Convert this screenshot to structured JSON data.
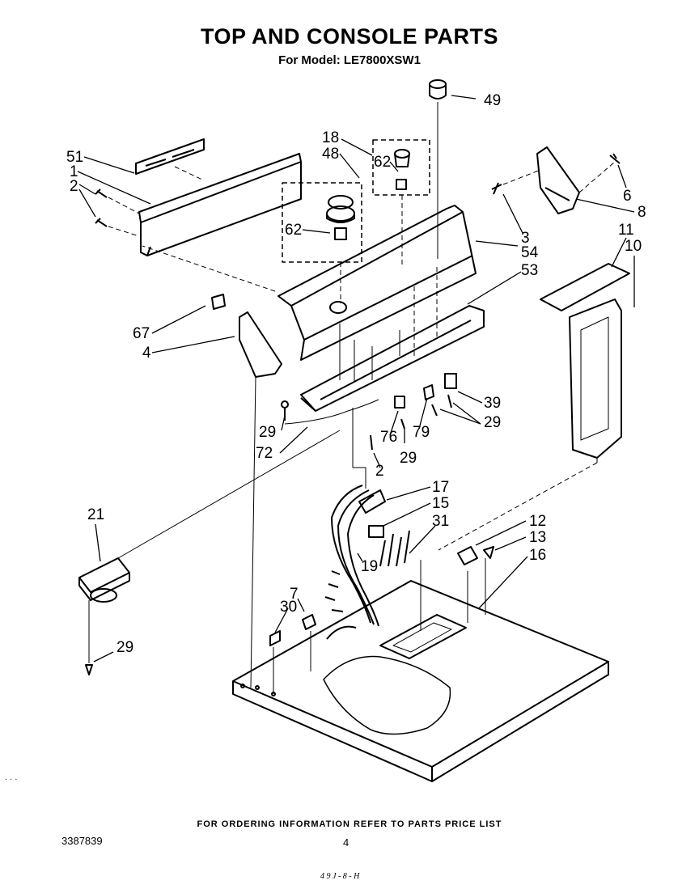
{
  "header": {
    "title": "TOP AND CONSOLE PARTS",
    "model_line": "For Model: LE7800XSW1"
  },
  "callouts": {
    "c49": "49",
    "c18": "18",
    "c48": "48",
    "c62a": "62",
    "c62b": "62",
    "c51": "51",
    "c1": "1",
    "c2a": "2",
    "c6": "6",
    "c8": "8",
    "c3": "3",
    "c54": "54",
    "c53": "53",
    "c11": "11",
    "c10": "10",
    "c67": "67",
    "c4": "4",
    "c39": "39",
    "c29a": "29",
    "c29b": "29",
    "c79": "79",
    "c76": "76",
    "c29c": "29",
    "c72": "72",
    "c2b": "2",
    "c17": "17",
    "c15": "15",
    "c31": "31",
    "c21": "21",
    "c12": "12",
    "c13": "13",
    "c16": "16",
    "c19": "19",
    "c7": "7",
    "c30": "30",
    "c29d": "29"
  },
  "footer": {
    "ordering_info": "FOR ORDERING INFORMATION REFER TO PARTS PRICE LIST",
    "document_number": "3387839",
    "page_number": "4",
    "handwritten_note": "4 9 J - 8 - H",
    "margin_dots": "· · ·"
  },
  "colors": {
    "ink": "#000000",
    "paper": "#ffffff"
  }
}
